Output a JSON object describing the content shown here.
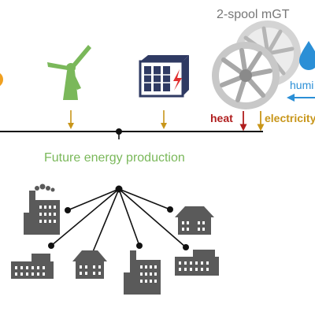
{
  "labels": {
    "mgt_title": "2-spool mGT",
    "heat": "heat",
    "electricity": "electricity",
    "humidity": "humi",
    "future_energy": "Future energy production"
  },
  "colors": {
    "green": "#7ab85a",
    "navy": "#2f3a63",
    "heat_red": "#b01e1e",
    "electricity_gold": "#c8961a",
    "water_blue": "#2b8fd6",
    "solar_orange": "#f0a020",
    "building_gray": "#5a5a5a",
    "turbine_gray": "#b5b5b5",
    "line_black": "#111111"
  },
  "icons": [
    "solar-icon",
    "wind-turbine-icon",
    "battery-storage-icon",
    "micro-gas-turbine-icon",
    "water-drop-icon",
    "factory-icon",
    "house-icon"
  ]
}
